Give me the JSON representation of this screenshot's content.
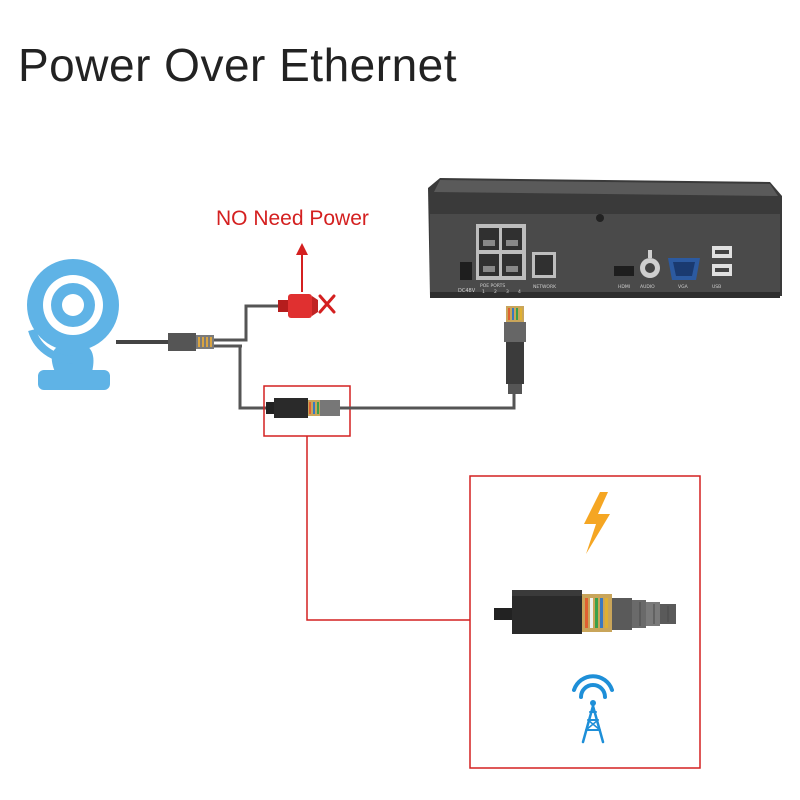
{
  "title": "Power Over Ethernet",
  "no_power_label": "NO Need Power",
  "nvr_labels": {
    "dc_in": "DC48V",
    "poe_ports": "POE PORTS",
    "port_numbers": [
      "1",
      "2",
      "3",
      "4"
    ],
    "network": "NETWORK",
    "hdmi": "HDMI",
    "audio": "AUDIO",
    "vga": "VGA",
    "usb": "USB"
  },
  "colors": {
    "accent_red": "#d42020",
    "bolt_orange": "#f5a623",
    "camera_blue": "#5fb3e6",
    "tower_blue": "#1e8fd8",
    "nvr_dark": "#4a4a4a",
    "cable": "#444444"
  },
  "icons": {
    "camera": "camera-icon",
    "cross": "x-mark-icon",
    "arrow": "arrow-up-icon",
    "bolt": "lightning-bolt-icon",
    "signal": "signal-tower-icon"
  }
}
